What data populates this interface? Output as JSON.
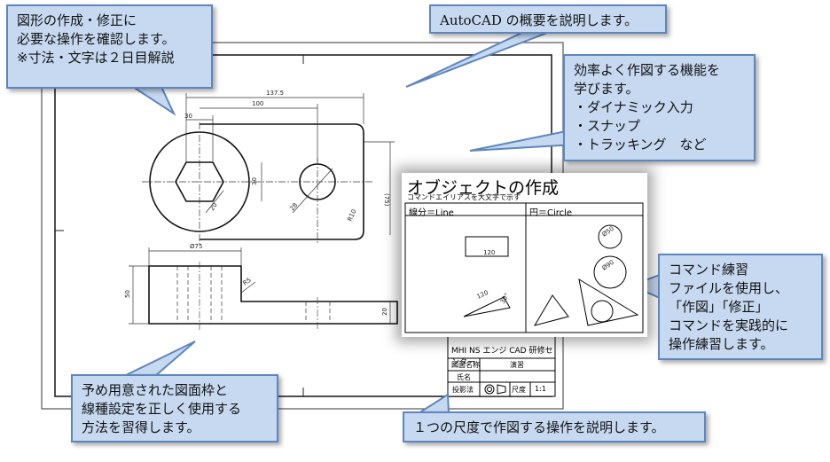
{
  "callouts": {
    "top_left": "図形の作成・修正に\n必要な操作を確認します。\n※寸法・文字は２日目解説",
    "top_center": "AutoCAD の概要を説明します。",
    "right_functions": "効率よく作図する機能を\n学びます。\n・ダイナミック入力\n・スナップ\n・トラッキング　など",
    "right_practice": "コマンド練習\nファイルを使用し、\n「作図」「修正」\nコマンドを実践的に\n操作練習します。",
    "bottom_left": "予め用意された図面枠と\n線種設定を正しく使用する\n方法を習得します。",
    "bottom_right": "１つの尺度で作図する操作を説明します。"
  },
  "panel": {
    "title": "オブジェクトの作成",
    "subtitle": "コマンドエイリアスを大文字で示す",
    "left_header": "線分＝Line",
    "right_header": "円＝Circle",
    "dims": {
      "rect": "120",
      "incline": "120",
      "angle": "30°",
      "circle_small": "Ø50",
      "circle_large": "Ø90"
    }
  },
  "title_block": {
    "company": "MHI NS エンジ CAD 研修センター",
    "name_label": "図面名称",
    "name_value": "演習",
    "person_label": "氏名",
    "person_value": "",
    "projection_label": "投影法",
    "scale_label": "尺度",
    "scale_value": "1:1"
  },
  "dimensions": {
    "d137": "137.5",
    "d100": "100",
    "d30a": "30",
    "d30b": "30",
    "d20": "20",
    "d28": "28",
    "r10": "R10",
    "d75": "(75)",
    "d75dia": "Ø75",
    "d50": "50",
    "d20b": "20",
    "r5": "R5"
  }
}
